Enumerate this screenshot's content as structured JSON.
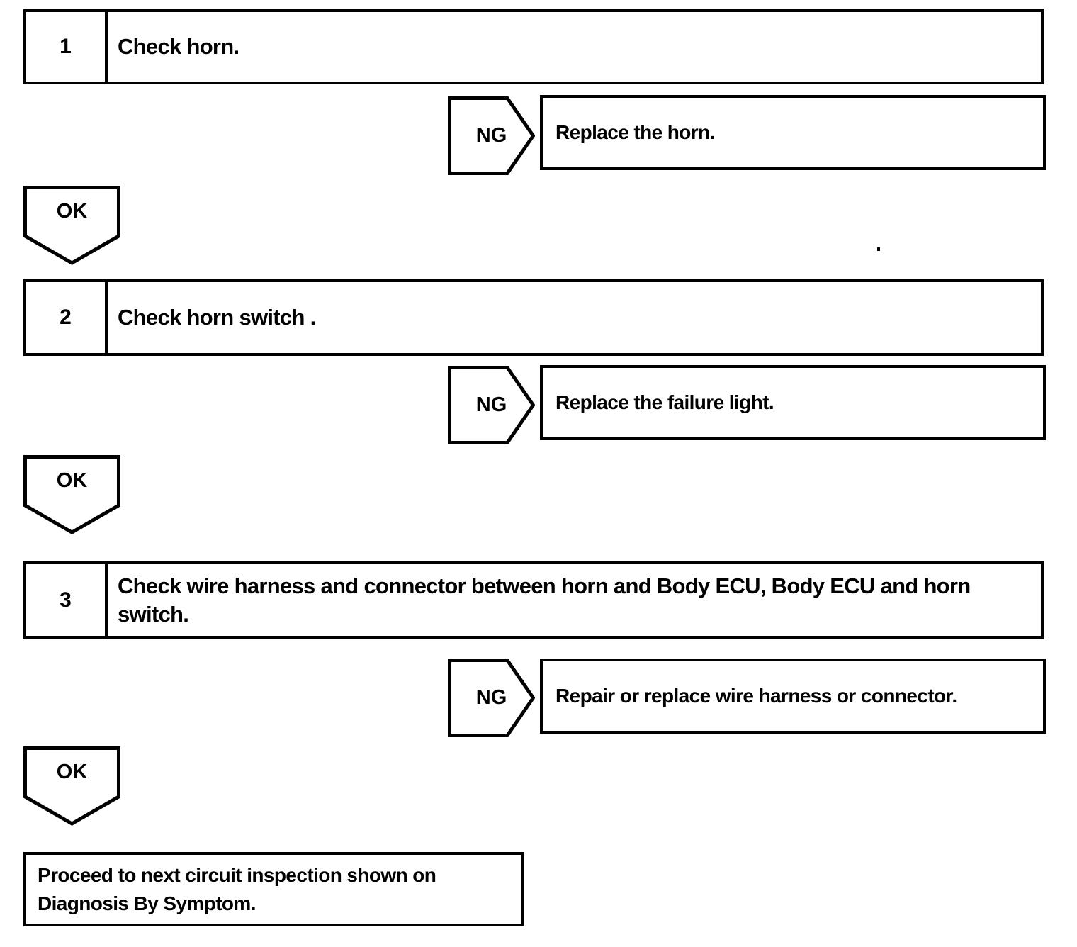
{
  "page": {
    "background": "#ffffff",
    "line_color": "#000000",
    "text_color": "#000000"
  },
  "flowchart": {
    "steps": [
      {
        "number": "1",
        "instruction": "Check horn.",
        "ng_label": "NG",
        "ng_result": "Replace the horn.",
        "ok_label": "OK"
      },
      {
        "number": "2",
        "instruction": "Check horn switch .",
        "ng_label": "NG",
        "ng_result": "Replace the failure light.",
        "ok_label": "OK"
      },
      {
        "number": "3",
        "instruction": "Check wire harness and connector between horn and Body ECU, Body ECU and horn switch.",
        "ng_label": "NG",
        "ng_result": "Repair or replace wire harness or connector.",
        "ok_label": "OK"
      }
    ],
    "final_action": "Proceed to next circuit inspection shown on Diagnosis By Symptom."
  }
}
